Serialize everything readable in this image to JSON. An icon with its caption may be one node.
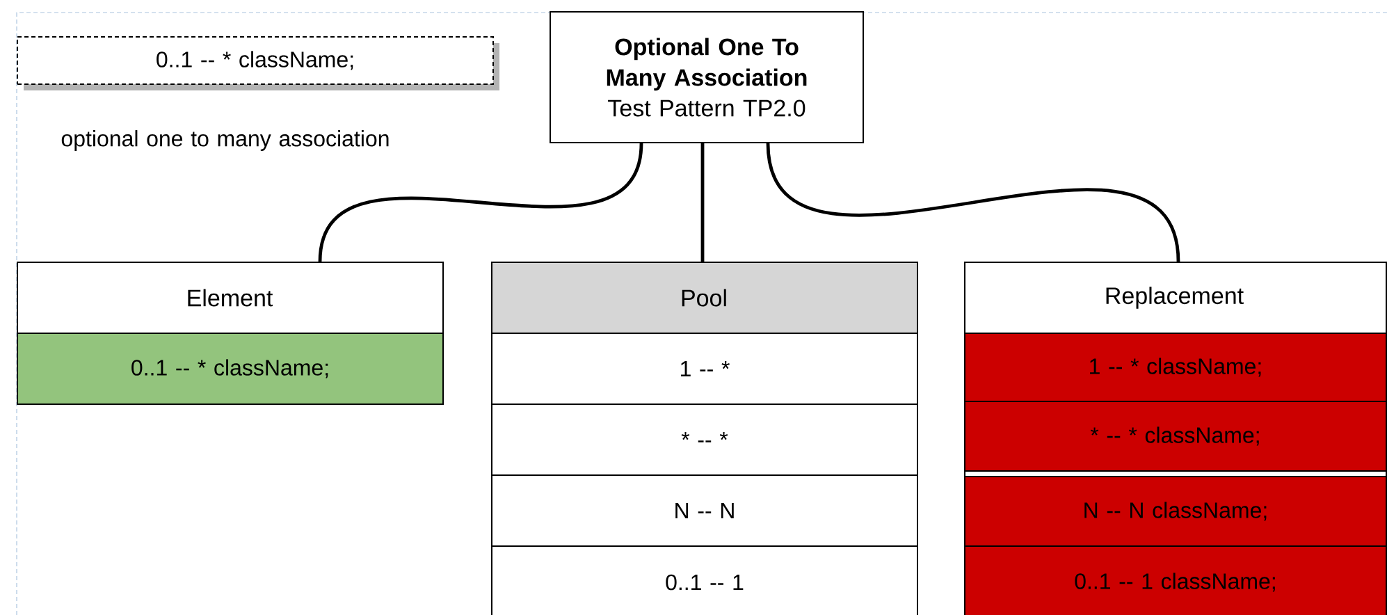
{
  "diagram": {
    "nodes": [
      {
        "text": [
          "0..1 -- * className;"
        ],
        "beside": [
          "optional one to many association"
        ]
      },
      {
        "text": [
          "Optional One To Many Association",
          "Test Pattern TP2.0"
        ]
      },
      {
        "text": [
          "Element"
        ]
      },
      {
        "text": [
          "0..1 -- * className;"
        ],
        "in": 2
      },
      {
        "text": [
          "Pool"
        ]
      },
      {
        "text": [
          "1 -- *"
        ],
        "in": 4
      },
      {
        "text": [
          "* -- *"
        ],
        "in": 4
      },
      {
        "text": [
          "N -- N"
        ],
        "in": 4
      },
      {
        "text": [
          "0..1 -- 1"
        ],
        "in": 4
      },
      {
        "text": [
          "Replacement"
        ]
      },
      {
        "text": [
          "1 -- * className;"
        ],
        "in": 9
      },
      {
        "text": [
          "* -- * className;"
        ],
        "in": 9
      },
      {
        "text": [
          "N -- N className;"
        ],
        "in": 9
      },
      {
        "text": [
          "0..1 -- 1 className;"
        ],
        "in": 9
      }
    ],
    "edges": [
      {
        "from": 1,
        "to": 2,
        "arrow": "none"
      },
      {
        "from": 1,
        "to": 4,
        "arrow": "none"
      },
      {
        "from": 1,
        "to": 9,
        "arrow": "none"
      }
    ]
  }
}
